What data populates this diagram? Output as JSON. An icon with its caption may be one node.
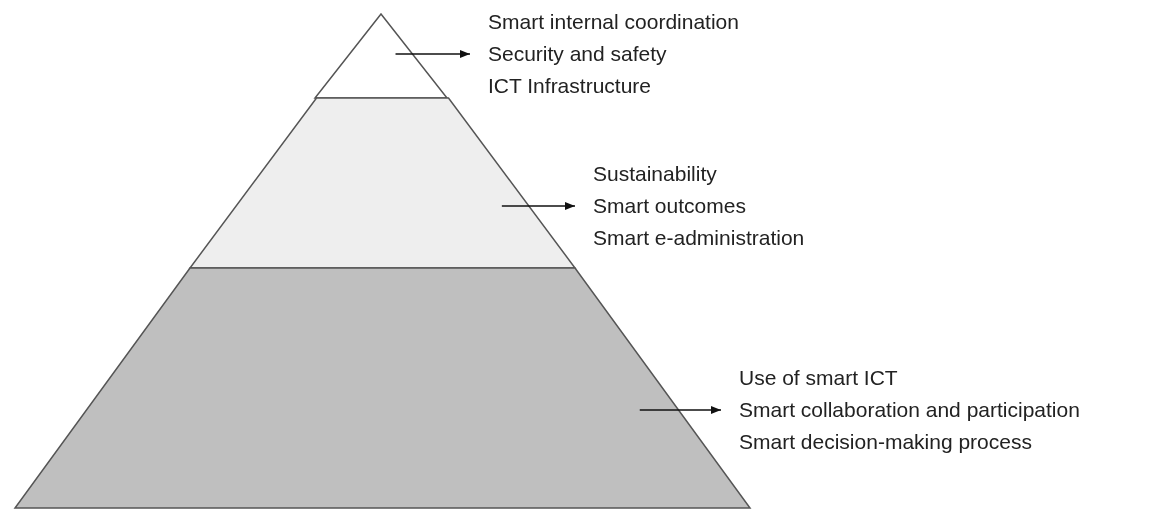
{
  "diagram": {
    "nodes": [
      {
        "text": [],
        "shape": "triangle"
      },
      {
        "text": [
          "Smart internal coordination",
          "Security and safety",
          "ICT Infrastructure"
        ]
      },
      {
        "text": [],
        "shape": "trapezoid"
      },
      {
        "text": [
          "Sustainability",
          "Smart outcomes",
          "Smart e-administration"
        ]
      },
      {
        "text": [],
        "shape": "trapezoid"
      },
      {
        "text": [
          "Use of smart ICT",
          "Smart collaboration and participation",
          "Smart decision-making process"
        ]
      }
    ],
    "edges": [
      {
        "from": 0,
        "to": 1,
        "arrow": "to"
      },
      {
        "from": 2,
        "to": 3,
        "arrow": "to"
      },
      {
        "from": 4,
        "to": 5,
        "arrow": "to"
      }
    ]
  }
}
